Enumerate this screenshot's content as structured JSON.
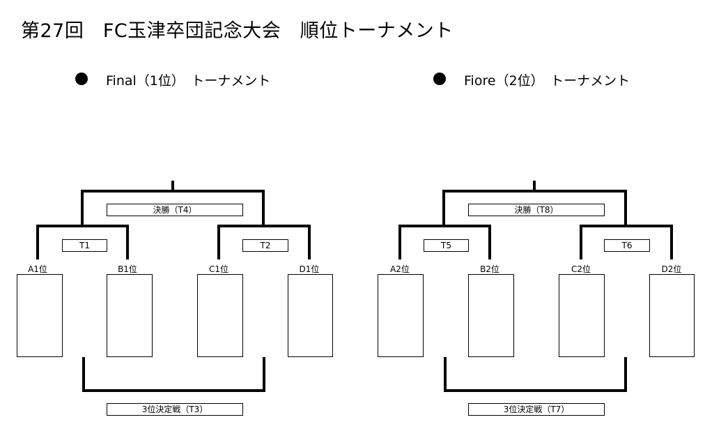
{
  "title": "第27回　FC玉津卒団記念大会　順位トーナメント",
  "tournaments": [
    {
      "heading": "Final（1位）　トーナメント",
      "final_label": "決勝（T4）",
      "semi_left_label": "T1",
      "semi_right_label": "T2",
      "third_place_label": "3位決定戦（T3）",
      "teams": [
        "A1位",
        "B1位",
        "C1位",
        "D1位"
      ]
    },
    {
      "heading": "Fiore（2位）　トーナメント",
      "final_label": "決勝（T8）",
      "semi_left_label": "T5",
      "semi_right_label": "T6",
      "third_place_label": "3位決定戦（T7）",
      "teams": [
        "A2位",
        "B2位",
        "C2位",
        "D2位"
      ]
    }
  ]
}
